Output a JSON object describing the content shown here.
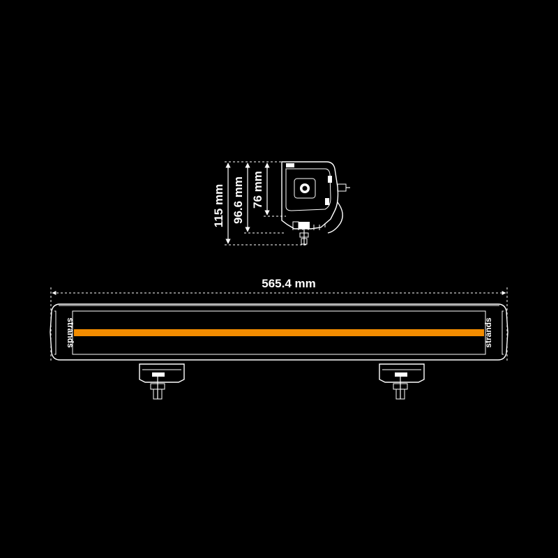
{
  "dimensions": {
    "overall_height": "115 mm",
    "body_height": "96.6 mm",
    "lens_height": "76 mm",
    "length": "565.4 mm"
  },
  "branding": {
    "logo_text": "strands"
  },
  "colors": {
    "background": "#000000",
    "line": "#ffffff",
    "light_strip": "#f28c00"
  }
}
